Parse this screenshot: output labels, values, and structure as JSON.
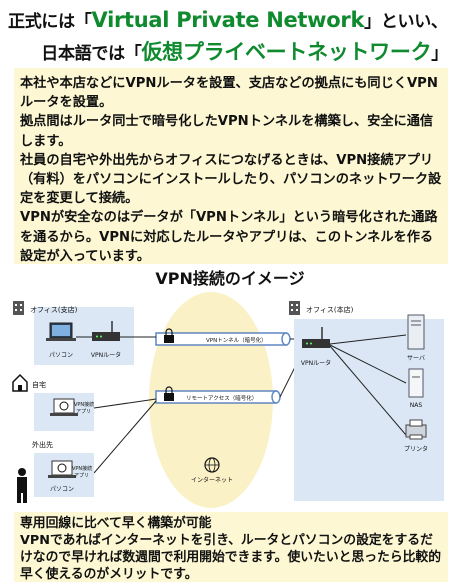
{
  "header": {
    "line1_prefix": "正式には「",
    "line1_highlight": "Virtual Private Network",
    "line1_suffix": "」といい、",
    "line2_prefix": "日本語では「",
    "line2_highlight": "仮想プライベートネットワーク",
    "line2_suffix": "」"
  },
  "intro": {
    "paragraphs": [
      "本社や本店などにVPNルータを設置、支店などの拠点にも同じくVPNルータを設置。",
      "拠点間はルータ同士で暗号化したVPNトンネルを構築し、安全に通信します。",
      "社員の自宅や外出先からオフィスにつなげるときは、VPN接続アプリ（有料）をパソコンにインストールしたり、パソコンのネットワーク設定を変更して接続。",
      "VPNが安全なのはデータが「VPNトンネル」という暗号化された通路を通るから。VPNに対応したルータやアプリは、このトンネルを作る設定が入っています。"
    ]
  },
  "diagram": {
    "title": "VPN接続のイメージ",
    "branch_label": "オフィス(支店)",
    "branch_pc": "パソコン",
    "branch_router": "VPNルータ",
    "home_label": "自宅",
    "home_app_line1": "VPN接続",
    "home_app_line2": "アプリ",
    "away_label": "外出先",
    "away_app_line1": "VPN接続",
    "away_app_line2": "アプリ",
    "away_pc": "パソコン",
    "tunnel_label": "VPNトンネル（暗号化）",
    "remote_label": "リモートアクセス（暗号化）",
    "internet_label": "インターネット",
    "hq_label": "オフィス(本店)",
    "hq_router": "VPNルータ",
    "server_label": "サーバ",
    "nas_label": "NAS",
    "printer_label": "プリンタ",
    "colors": {
      "zone": "#dbe7f5",
      "cloud": "#fbf1c6",
      "tunnel": "#5f86c4",
      "accent_green": "#0f8a2f"
    }
  },
  "outro": {
    "paragraphs": [
      "専用回線に比べて早く構築が可能",
      "VPNであればインターネットを引き、ルータとパソコンの設定をするだけなので早ければ数週間で利用開始できます。使いたいと思ったら比較的早く使えるのがメリットです。"
    ]
  }
}
